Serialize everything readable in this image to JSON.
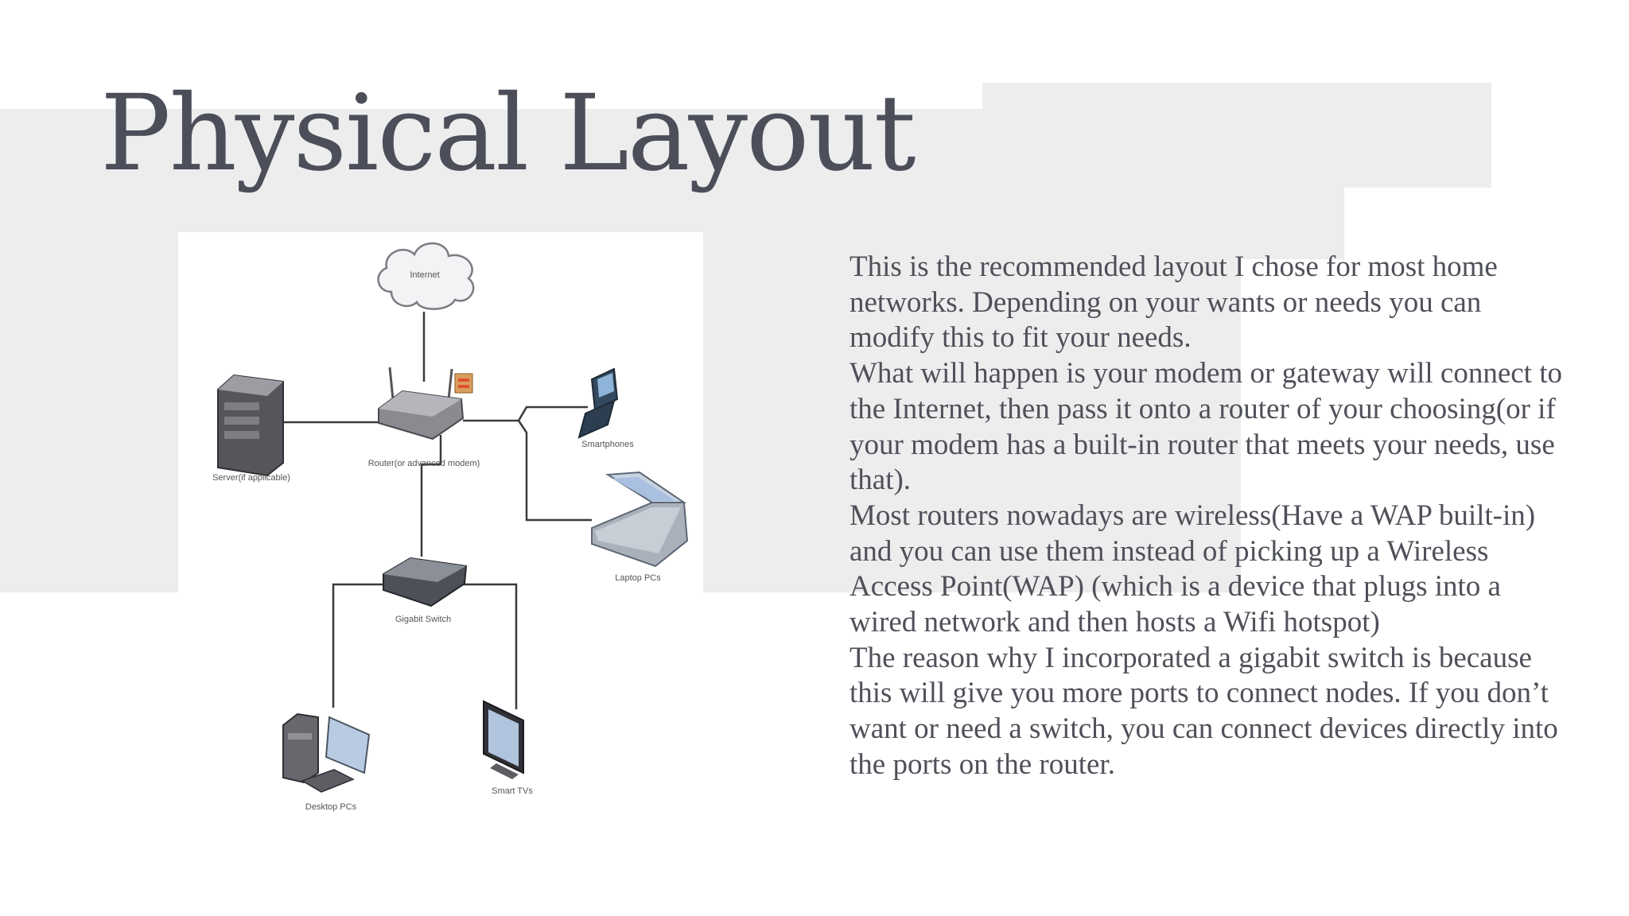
{
  "slide": {
    "title": "Physical Layout",
    "paragraphs": [
      "This is the recommended layout I chose for most home networks. Depending on your wants or needs you can modify this to fit your needs.",
      "What will happen is your modem or gateway will connect to the Internet, then pass it onto a router of your choosing(or if your modem has a built-in router that meets your needs, use that).",
      "Most routers nowadays are wireless(Have a WAP built-in) and you can use them instead of picking up a Wireless Access Point(WAP) (which is a device that plugs into a wired network and then hosts a Wifi hotspot)",
      "The reason why I incorporated a gigabit switch is because this will give you more ports to connect nodes. If you don’t want or need a switch, you can connect devices directly into the ports on the router."
    ]
  },
  "diagram": {
    "nodes": {
      "internet": "Internet",
      "router": "Router(or advanced modem)",
      "server": "Server(if applicable)",
      "smartphones": "Smartphones",
      "laptops": "Laptop PCs",
      "switch": "Gigabit Switch",
      "desktops": "Desktop PCs",
      "smart_tvs": "Smart TVs"
    }
  }
}
